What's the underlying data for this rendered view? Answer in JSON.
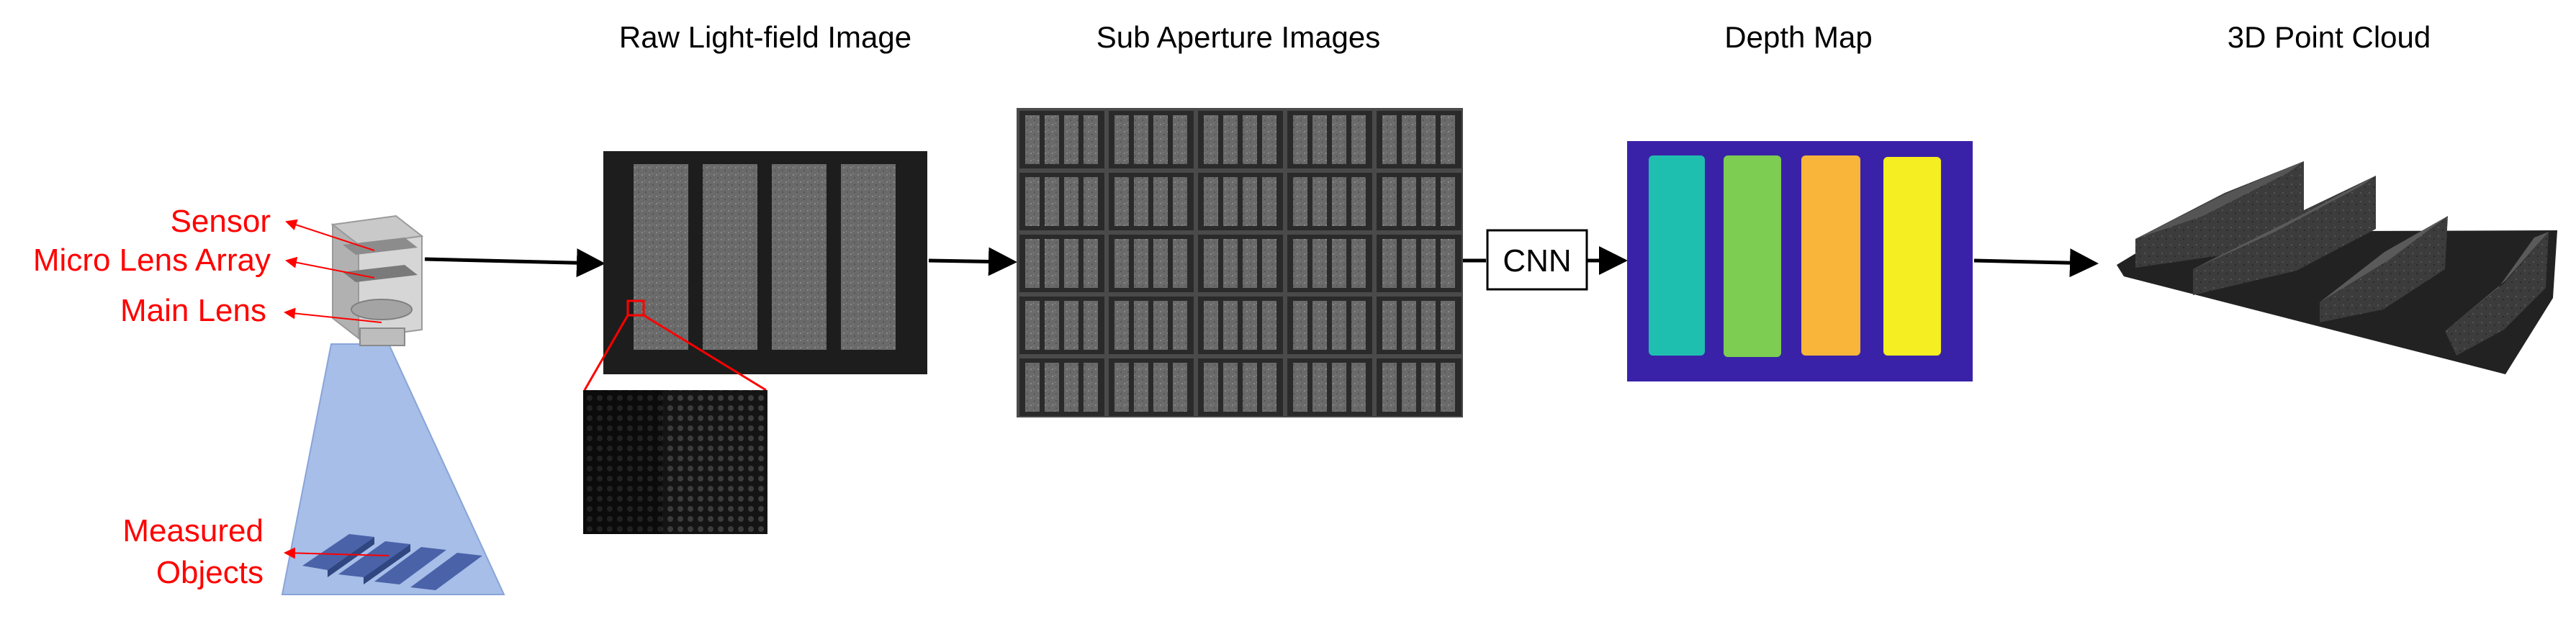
{
  "titles": {
    "raw": "Raw Light-field Image",
    "sub": "Sub Aperture Images",
    "depth": "Depth Map",
    "cloud": "3D Point Cloud"
  },
  "camera_labels": {
    "sensor": "Sensor",
    "mla": "Micro Lens Array",
    "main_lens": "Main Lens",
    "measured_1": "Measured",
    "measured_2": "Objects"
  },
  "cnn_label": "CNN",
  "colors": {
    "label_red": "#ff0000",
    "arrow": "#000000",
    "depth_bg": "#3a22a8",
    "depth_bars": [
      "#1fbfb0",
      "#7ccd52",
      "#f8b53a",
      "#f4ee22"
    ],
    "cone_fill": "#9db8e6"
  },
  "icons": {
    "camera": "light-field-camera-icon",
    "objects": "measured-objects-icon"
  }
}
